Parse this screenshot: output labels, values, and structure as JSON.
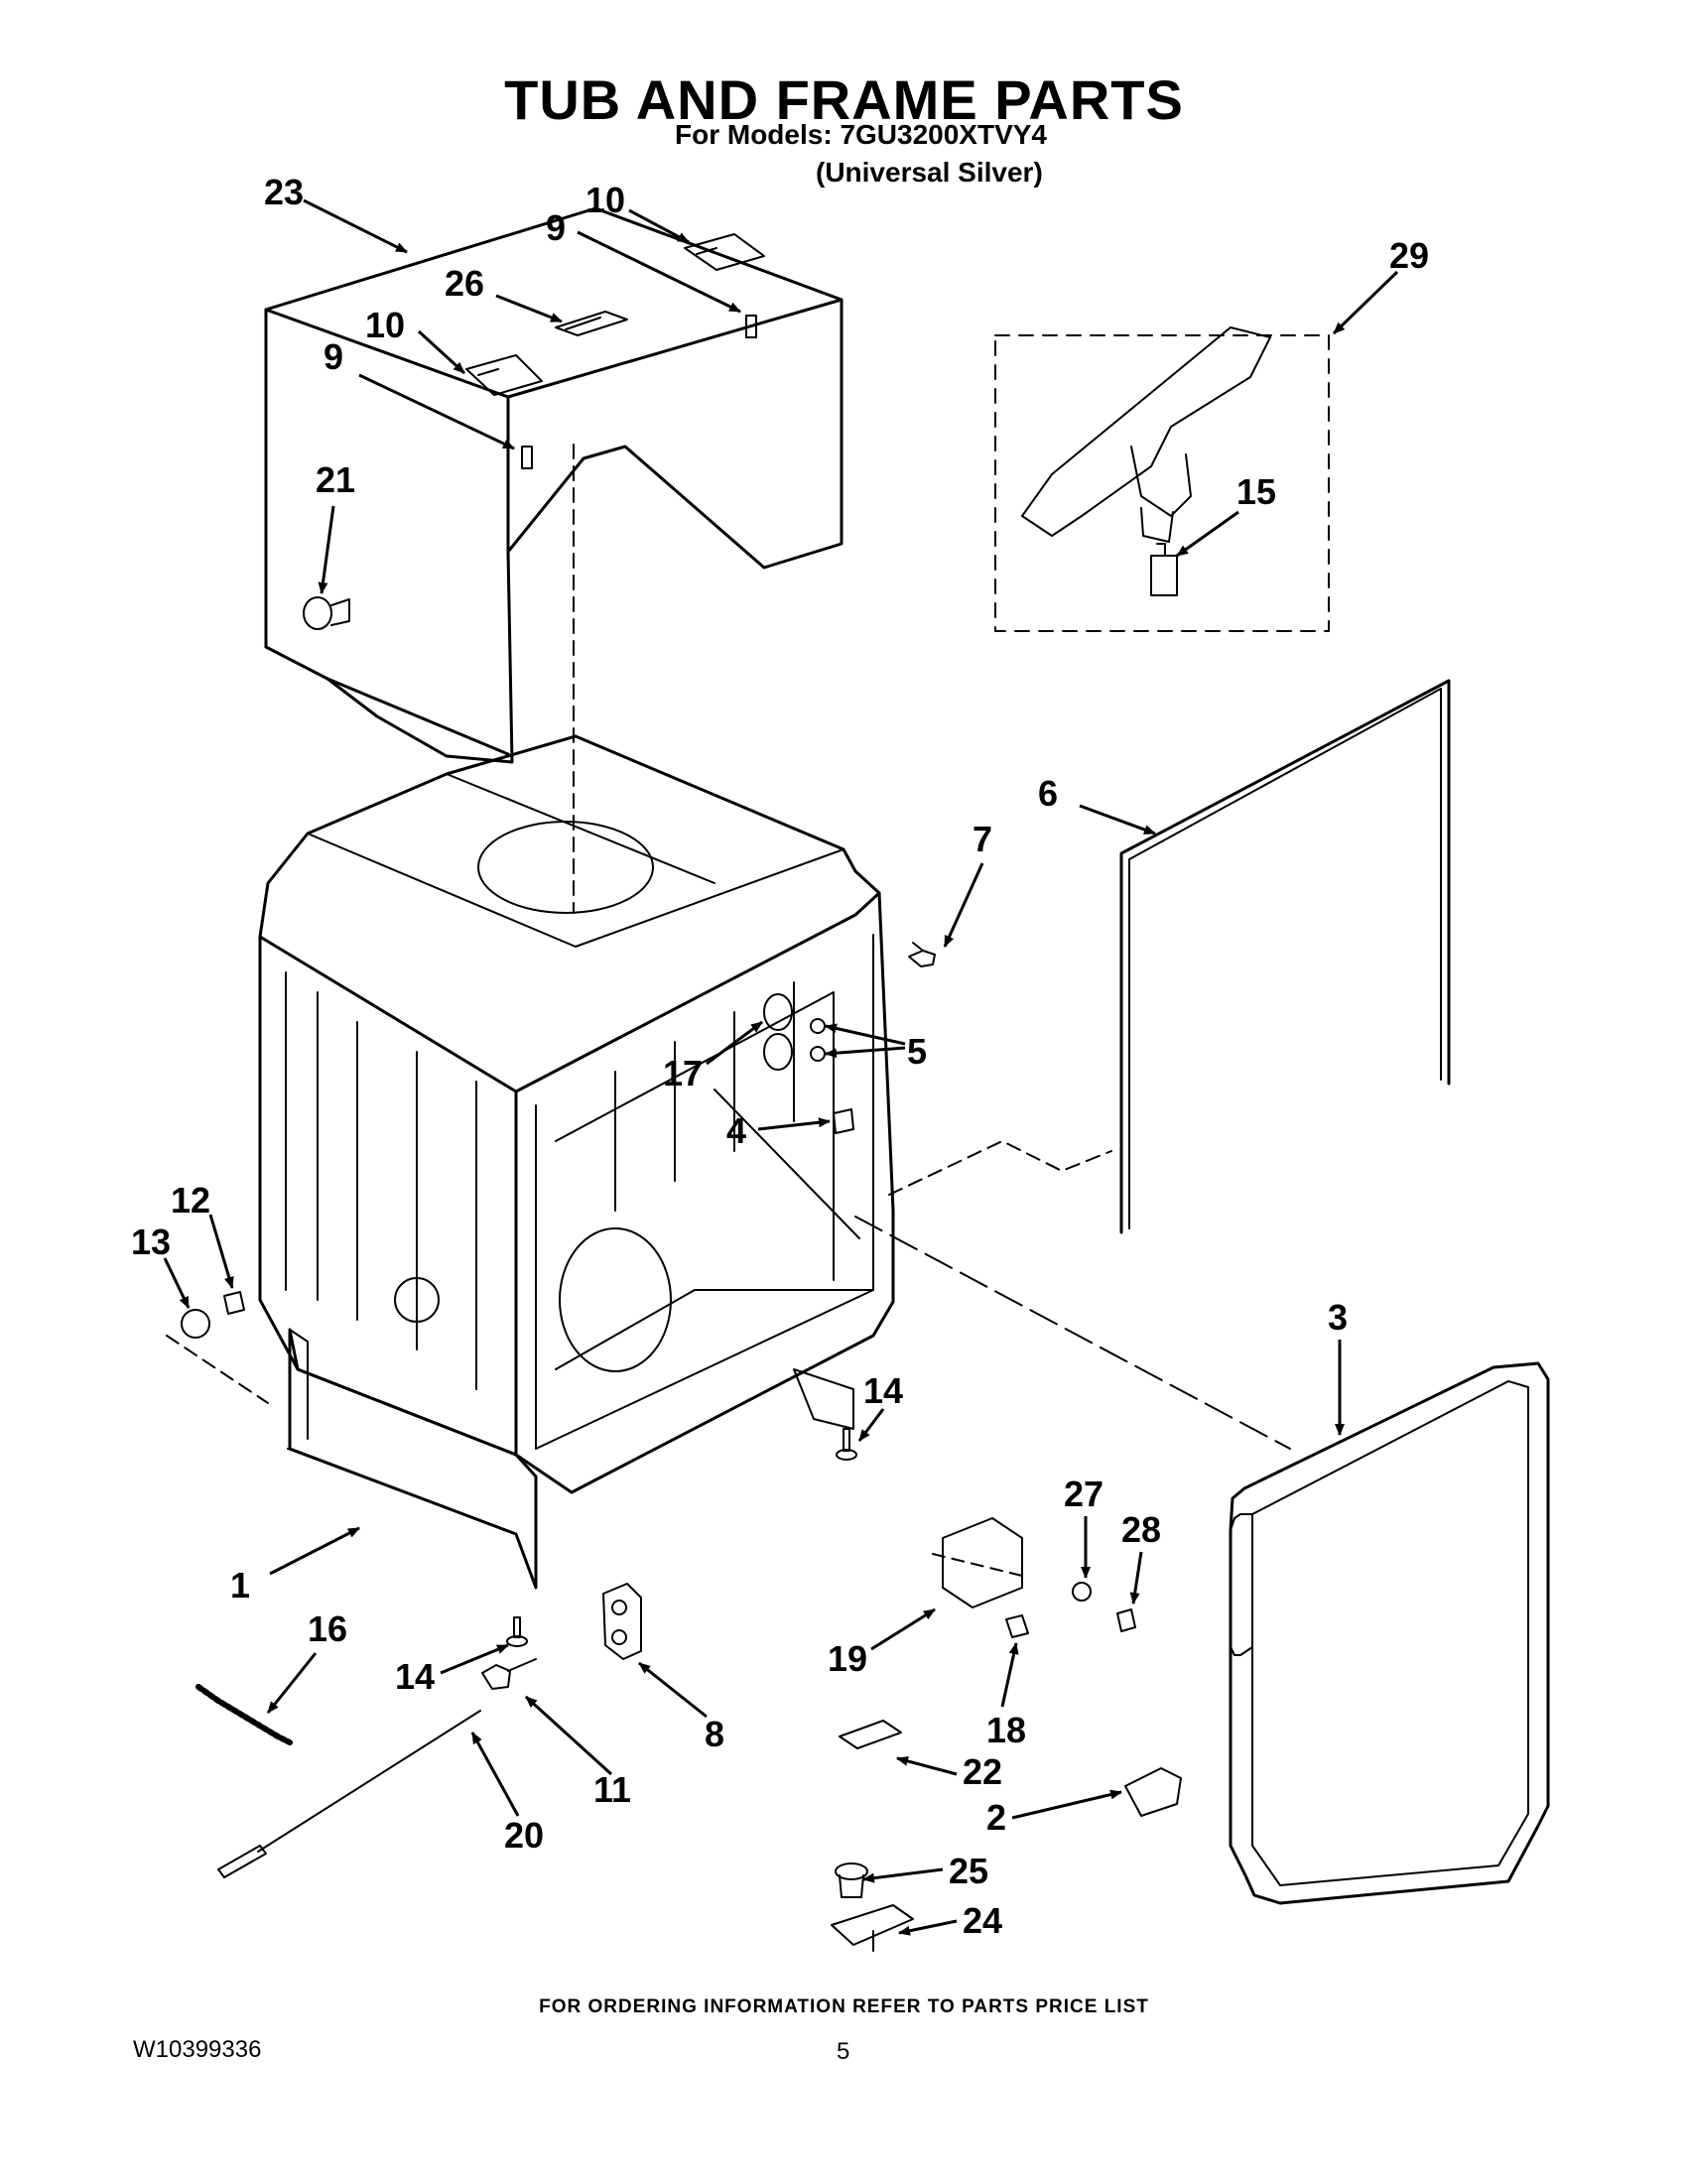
{
  "header": {
    "title": "TUB AND FRAME PARTS",
    "subtitle": "For Models: 7GU3200XTVY4",
    "variant": "(Universal Silver)"
  },
  "callouts": [
    {
      "id": "c23",
      "label": "23"
    },
    {
      "id": "c10a",
      "label": "10"
    },
    {
      "id": "c9a",
      "label": "9"
    },
    {
      "id": "c26",
      "label": "26"
    },
    {
      "id": "c10b",
      "label": "10"
    },
    {
      "id": "c9b",
      "label": "9"
    },
    {
      "id": "c21",
      "label": "21"
    },
    {
      "id": "c29",
      "label": "29"
    },
    {
      "id": "c15",
      "label": "15"
    },
    {
      "id": "c6",
      "label": "6"
    },
    {
      "id": "c7",
      "label": "7"
    },
    {
      "id": "c5",
      "label": "5"
    },
    {
      "id": "c17",
      "label": "17"
    },
    {
      "id": "c4",
      "label": "4"
    },
    {
      "id": "c12",
      "label": "12"
    },
    {
      "id": "c13",
      "label": "13"
    },
    {
      "id": "c3",
      "label": "3"
    },
    {
      "id": "c14a",
      "label": "14"
    },
    {
      "id": "c27",
      "label": "27"
    },
    {
      "id": "c28",
      "label": "28"
    },
    {
      "id": "c1",
      "label": "1"
    },
    {
      "id": "c16",
      "label": "16"
    },
    {
      "id": "c14b",
      "label": "14"
    },
    {
      "id": "c19",
      "label": "19"
    },
    {
      "id": "c8",
      "label": "8"
    },
    {
      "id": "c18",
      "label": "18"
    },
    {
      "id": "c11",
      "label": "11"
    },
    {
      "id": "c22",
      "label": "22"
    },
    {
      "id": "c20",
      "label": "20"
    },
    {
      "id": "c2",
      "label": "2"
    },
    {
      "id": "c25",
      "label": "25"
    },
    {
      "id": "c24",
      "label": "24"
    }
  ],
  "footer": {
    "note": "FOR ORDERING INFORMATION REFER TO PARTS PRICE LIST",
    "doc_number": "W10399336",
    "page_number": "5"
  }
}
